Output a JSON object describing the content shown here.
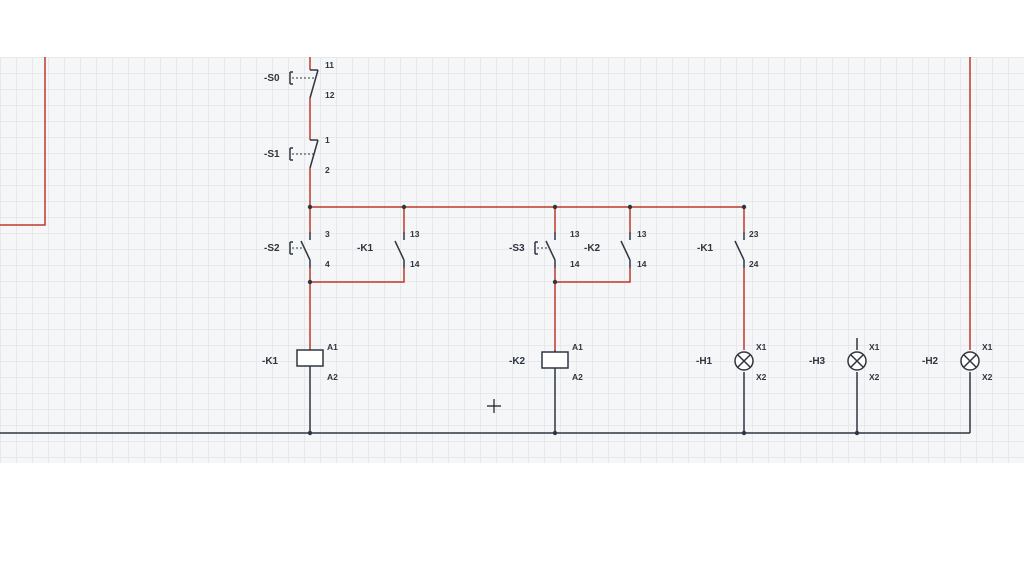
{
  "colors": {
    "live": "#c0392b",
    "neutral": "#2f3640",
    "component": "#2f3640"
  },
  "components": {
    "S0": {
      "tag": "-S0",
      "pin_top": "11",
      "pin_bottom": "12"
    },
    "S1": {
      "tag": "-S1",
      "pin_top": "1",
      "pin_bottom": "2"
    },
    "S2": {
      "tag": "-S2",
      "pin_top": "3",
      "pin_bottom": "4"
    },
    "K1a": {
      "tag": "-K1",
      "pin_top": "13",
      "pin_bottom": "14"
    },
    "S3": {
      "tag": "-S3",
      "pin_top": "13",
      "pin_bottom": "14"
    },
    "K2a": {
      "tag": "-K2",
      "pin_top": "13",
      "pin_bottom": "14"
    },
    "K1b": {
      "tag": "-K1",
      "pin_top": "23",
      "pin_bottom": "24"
    },
    "K1coil": {
      "tag": "-K1",
      "pin_top": "A1",
      "pin_bottom": "A2"
    },
    "K2coil": {
      "tag": "-K2",
      "pin_top": "A1",
      "pin_bottom": "A2"
    },
    "H1": {
      "tag": "-H1",
      "pin_top": "X1",
      "pin_bottom": "X2"
    },
    "H3": {
      "tag": "-H3",
      "pin_top": "X1",
      "pin_bottom": "X2"
    },
    "H2": {
      "tag": "-H2",
      "pin_top": "X1",
      "pin_bottom": "X2"
    }
  }
}
